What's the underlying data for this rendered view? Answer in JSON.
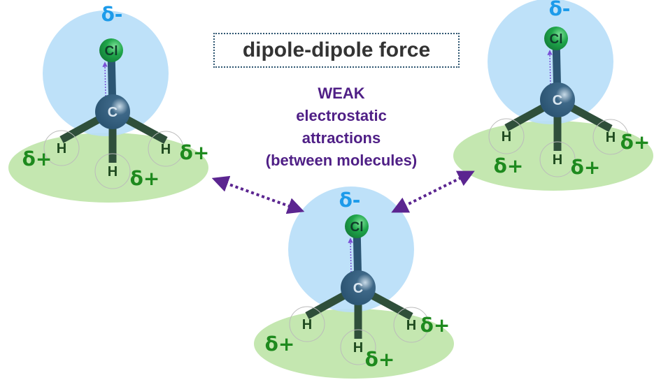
{
  "title": "dipole-dipole force",
  "description": [
    "WEAK",
    "electrostatic",
    "attractions",
    "(between molecules)"
  ],
  "molecule": {
    "atoms": {
      "top": "Cl",
      "center": "C",
      "hydrogen": "H"
    },
    "partial_negative": "δ-",
    "partial_positive": "δ+"
  },
  "molecule_count": 3,
  "colors": {
    "negative_region": "#b9def9",
    "positive_region": "#c4e7b0",
    "chlorine": "#1fa64a",
    "carbon": "#2c5573",
    "bond": "#2f4f3a",
    "delta_negative": "#1d9bea",
    "delta_positive": "#1e8a1e",
    "arrow": "#5b2590"
  }
}
